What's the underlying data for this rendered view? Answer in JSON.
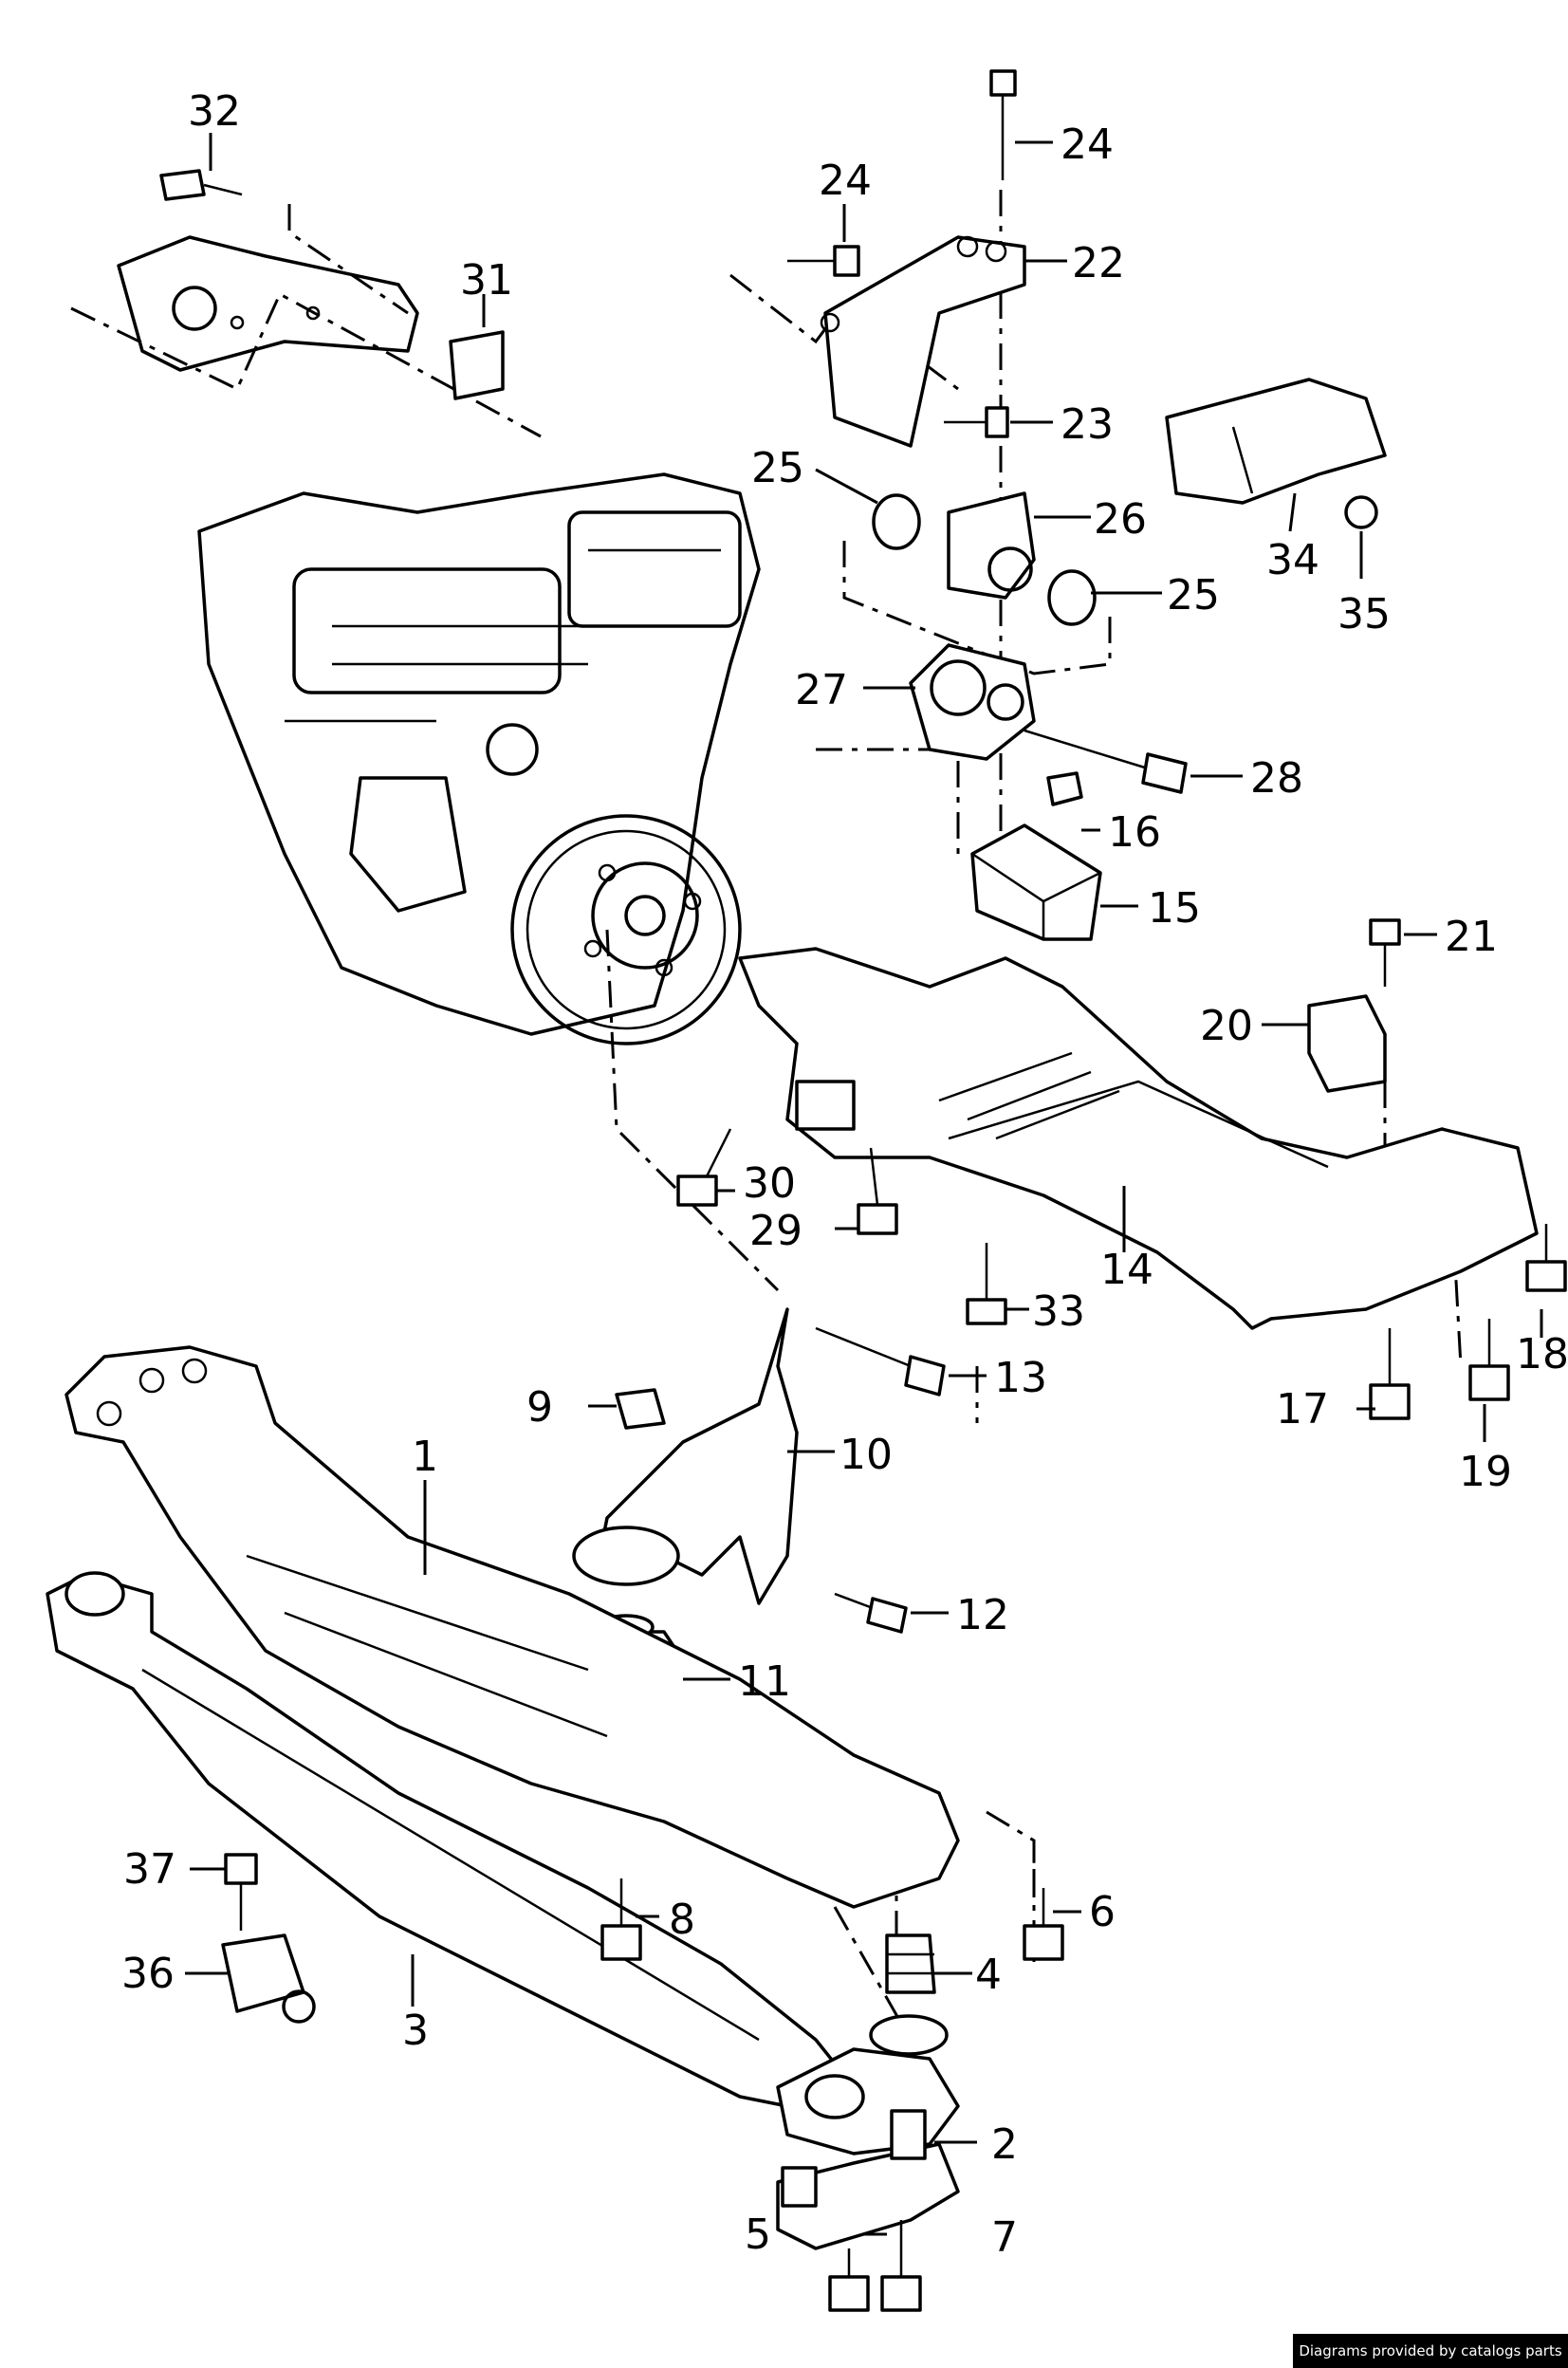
{
  "diagram": {
    "callouts": [
      {
        "id": "c1",
        "text": "1"
      },
      {
        "id": "c2",
        "text": "2"
      },
      {
        "id": "c3",
        "text": "3"
      },
      {
        "id": "c4",
        "text": "4"
      },
      {
        "id": "c5",
        "text": "5"
      },
      {
        "id": "c6",
        "text": "6"
      },
      {
        "id": "c7",
        "text": "7"
      },
      {
        "id": "c8",
        "text": "8"
      },
      {
        "id": "c9",
        "text": "9"
      },
      {
        "id": "c10",
        "text": "10"
      },
      {
        "id": "c11",
        "text": "11"
      },
      {
        "id": "c12",
        "text": "12"
      },
      {
        "id": "c13",
        "text": "13"
      },
      {
        "id": "c14",
        "text": "14"
      },
      {
        "id": "c15",
        "text": "15"
      },
      {
        "id": "c16",
        "text": "16"
      },
      {
        "id": "c17",
        "text": "17"
      },
      {
        "id": "c18",
        "text": "18"
      },
      {
        "id": "c19",
        "text": "19"
      },
      {
        "id": "c20",
        "text": "20"
      },
      {
        "id": "c21",
        "text": "21"
      },
      {
        "id": "c22",
        "text": "22"
      },
      {
        "id": "c23",
        "text": "23"
      },
      {
        "id": "c24a",
        "text": "24"
      },
      {
        "id": "c24b",
        "text": "24"
      },
      {
        "id": "c25a",
        "text": "25"
      },
      {
        "id": "c25b",
        "text": "25"
      },
      {
        "id": "c26",
        "text": "26"
      },
      {
        "id": "c27",
        "text": "27"
      },
      {
        "id": "c28",
        "text": "28"
      },
      {
        "id": "c29",
        "text": "29"
      },
      {
        "id": "c30",
        "text": "30"
      },
      {
        "id": "c31",
        "text": "31"
      },
      {
        "id": "c32",
        "text": "32"
      },
      {
        "id": "c33",
        "text": "33"
      },
      {
        "id": "c34",
        "text": "34"
      },
      {
        "id": "c35",
        "text": "35"
      },
      {
        "id": "c36",
        "text": "36"
      },
      {
        "id": "c37",
        "text": "37"
      }
    ]
  },
  "footer": {
    "credit": "Diagrams provided by catalogs parts"
  }
}
